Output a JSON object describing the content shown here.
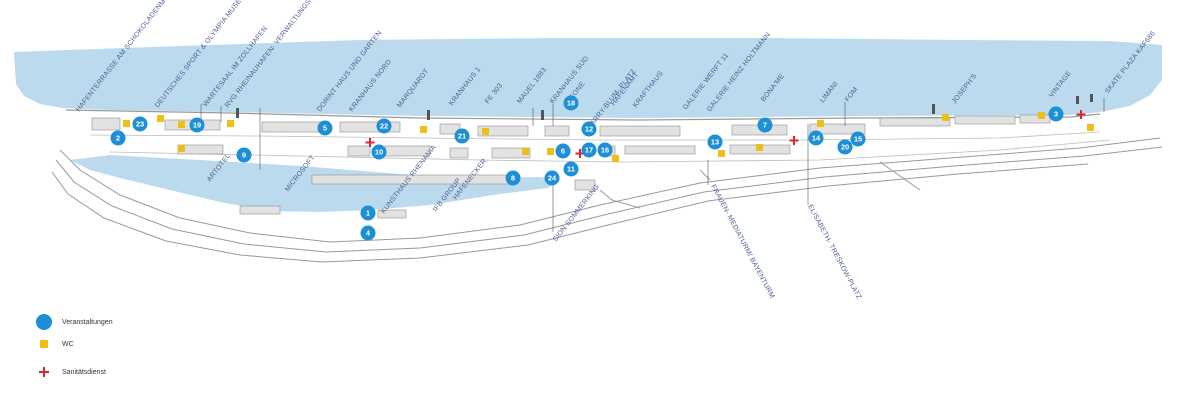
{
  "colors": {
    "water": "#bcdaee",
    "marker": "#1d8fd6",
    "wc": "#f0be19",
    "medic": "#e0252b",
    "label": "#4a5f93",
    "building": "#e2e2e2",
    "road": "#9a9a9a"
  },
  "venues": [
    {
      "id": "hafenterrasse",
      "name": "HAFENTERRASSE AM SCHOKOLADENMUSEUM/ SCHOKOLADENMUSEUM"
    },
    {
      "id": "deutsches-sport",
      "name": "DEUTSCHES SPORT & OLYMPIA MUSEUM"
    },
    {
      "id": "wartesaal",
      "name": "WARTESAAL IM ZOLLHAFEN"
    },
    {
      "id": "rvg",
      "name": "RVG RHEINAUHAFEN- VERWALTUNGSGESELLSCHAFT"
    },
    {
      "id": "dorint",
      "name": "DORINT HAUS UND GARTEN"
    },
    {
      "id": "kranhaus-nord",
      "name": "KRANHAUS NORD"
    },
    {
      "id": "marquardt",
      "name": "MARQUARDT"
    },
    {
      "id": "kranhaus-1",
      "name": "KRANHAUS 1"
    },
    {
      "id": "fe303",
      "name": "FE 303"
    },
    {
      "id": "mauel",
      "name": "MAUEL 1883"
    },
    {
      "id": "kranhaus-sued",
      "name": "KRANHAUS SÜD"
    },
    {
      "id": "leone",
      "name": "LEONE"
    },
    {
      "id": "harry-blum",
      "name": "HARRY-BLUM- PLATZ"
    },
    {
      "id": "hafenamt",
      "name": "HAFENAMT"
    },
    {
      "id": "krafthaus",
      "name": "KRAFTHAUS"
    },
    {
      "id": "galerie-werft",
      "name": "GALERIE WERFT 11"
    },
    {
      "id": "galerie-heinz",
      "name": "GALERIE HEINZ HOLTMANN"
    },
    {
      "id": "boname",
      "name": "BONA'ME"
    },
    {
      "id": "limani",
      "name": "LIMANI"
    },
    {
      "id": "fom",
      "name": "FOM"
    },
    {
      "id": "josephs",
      "name": "JOSEPH'S"
    },
    {
      "id": "vintage",
      "name": "VINTAGE"
    },
    {
      "id": "skate",
      "name": "SKATE PLAZA KAF686"
    },
    {
      "id": "arttotel",
      "name": "ARTOTEL"
    },
    {
      "id": "microsoft",
      "name": "MICROSOFT"
    },
    {
      "id": "kunsthaus",
      "name": "KUNSTHAUS RHENANIA"
    },
    {
      "id": "ifb",
      "name": "IFB GROUP"
    },
    {
      "id": "hafenecker",
      "name": "HAFENECKER"
    },
    {
      "id": "sion",
      "name": "SION SOMMERKING"
    },
    {
      "id": "frauen",
      "name": "FRAUEN- MEDIATURM/ BAYENTURM"
    },
    {
      "id": "elisabeth",
      "name": "ELISABETH- TRESKOW-PLATZ"
    }
  ],
  "markers": [
    "1",
    "2",
    "3",
    "4",
    "5",
    "6",
    "7",
    "8",
    "9",
    "10",
    "11",
    "12",
    "13",
    "14",
    "15",
    "16",
    "17",
    "18",
    "19",
    "20",
    "21",
    "22",
    "23",
    "24"
  ],
  "legend": {
    "veranstaltungen": "Veranstaltungen",
    "wc": "WC",
    "sanitaetsdienst": "Sanitätsdienst"
  }
}
